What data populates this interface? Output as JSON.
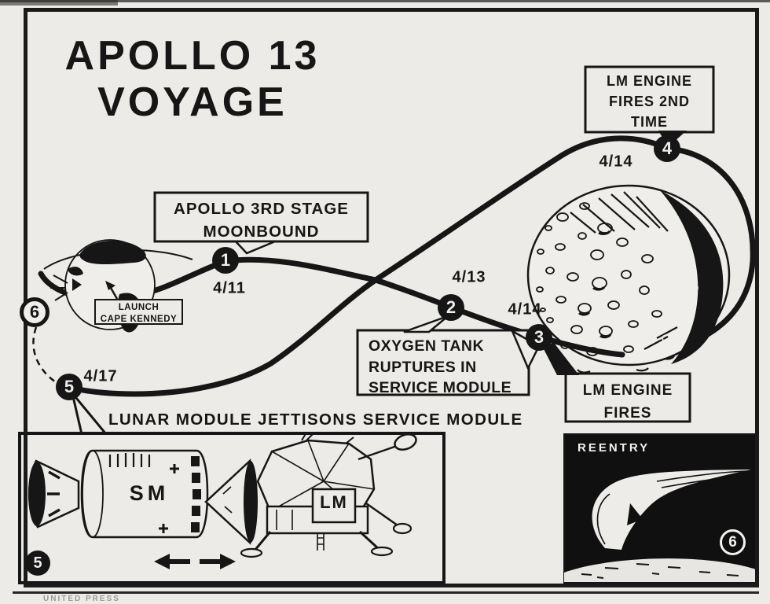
{
  "colors": {
    "paper": "#ecebe7",
    "ink": "#161616"
  },
  "title": {
    "line1": "APOLLO 13",
    "line2": "VOYAGE"
  },
  "waypoints": [
    {
      "num": "1",
      "date": "4/11"
    },
    {
      "num": "2",
      "date": "4/13"
    },
    {
      "num": "3",
      "date": "4/14"
    },
    {
      "num": "4",
      "date": "4/14"
    },
    {
      "num": "5",
      "date": "4/17"
    },
    {
      "num": "6",
      "date": ""
    }
  ],
  "callouts": {
    "third_stage": {
      "line1": "APOLLO 3RD STAGE",
      "line2": "MOONBOUND"
    },
    "lm_engine_2nd": {
      "line1": "LM ENGINE",
      "line2": "FIRES 2ND",
      "line3": "TIME"
    },
    "oxygen_tank": {
      "line1": "OXYGEN TANK",
      "line2": "RUPTURES IN",
      "line3": "SERVICE MODULE"
    },
    "lm_engine": {
      "line1": "LM ENGINE",
      "line2": "FIRES"
    },
    "launch": {
      "line1": "LAUNCH",
      "line2": "CAPE KENNEDY"
    }
  },
  "inset": {
    "caption": "LUNAR MODULE JETTISONS SERVICE MODULE",
    "sm_label": "SM",
    "lm_label": "LM"
  },
  "reentry": {
    "title": "REENTRY"
  },
  "credit": "UNITED PRESS"
}
